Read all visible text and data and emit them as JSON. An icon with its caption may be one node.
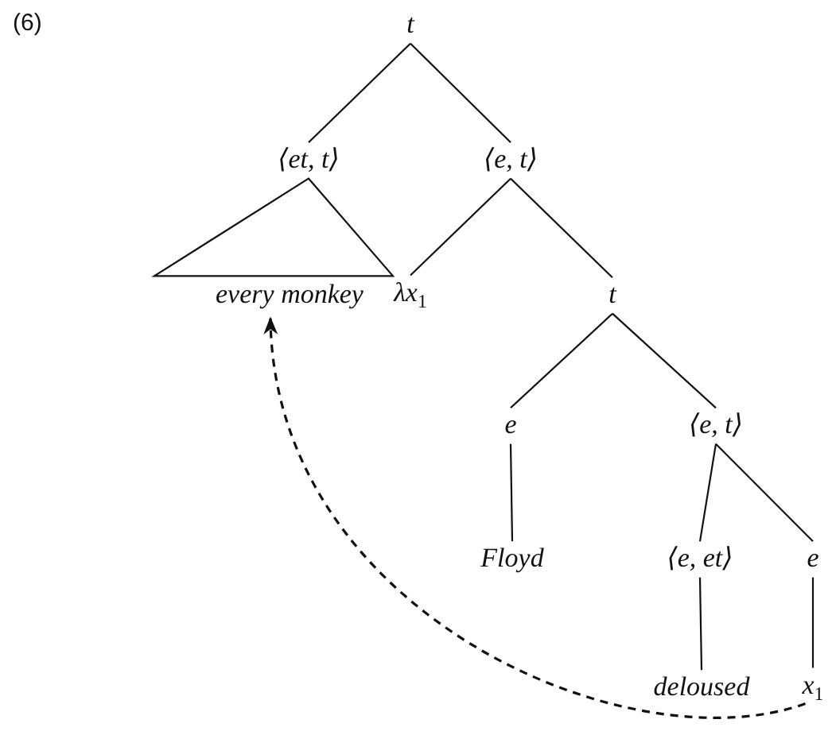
{
  "diagram": {
    "nodes": [
      {
        "text": [
          "t"
        ]
      },
      {
        "text": [
          "⟨et, t⟩"
        ]
      },
      {
        "text": [
          "⟨e, t⟩"
        ]
      },
      {
        "text": [
          "every monkey"
        ]
      },
      {
        "text": [
          "λx$_{1}$"
        ]
      },
      {
        "text": [
          "t"
        ]
      },
      {
        "text": [
          "e"
        ]
      },
      {
        "text": [
          "⟨e, t⟩"
        ]
      },
      {
        "text": [
          "Floyd"
        ]
      },
      {
        "text": [
          "⟨e, et⟩"
        ]
      },
      {
        "text": [
          "e"
        ]
      },
      {
        "text": [
          "deloused"
        ]
      },
      {
        "text": [
          "x$_{1}$"
        ]
      }
    ],
    "edges": [
      {
        "from": 0,
        "to": 1,
        "arrow": "none"
      },
      {
        "from": 0,
        "to": 2,
        "arrow": "none"
      },
      {
        "from": 1,
        "to": 3,
        "arrow": "none"
      },
      {
        "from": 2,
        "to": 4,
        "arrow": "none"
      },
      {
        "from": 2,
        "to": 5,
        "arrow": "none"
      },
      {
        "from": 5,
        "to": 6,
        "arrow": "none"
      },
      {
        "from": 5,
        "to": 7,
        "arrow": "none"
      },
      {
        "from": 6,
        "to": 8,
        "arrow": "none"
      },
      {
        "from": 7,
        "to": 9,
        "arrow": "none"
      },
      {
        "from": 7,
        "to": 10,
        "arrow": "none"
      },
      {
        "from": 9,
        "to": 11,
        "arrow": "none"
      },
      {
        "from": 10,
        "to": 12,
        "arrow": "none"
      },
      {
        "from": 12,
        "to": 3,
        "arrow": "to",
        "style": "dashed"
      }
    ],
    "labels": [
      "(6)"
    ]
  }
}
